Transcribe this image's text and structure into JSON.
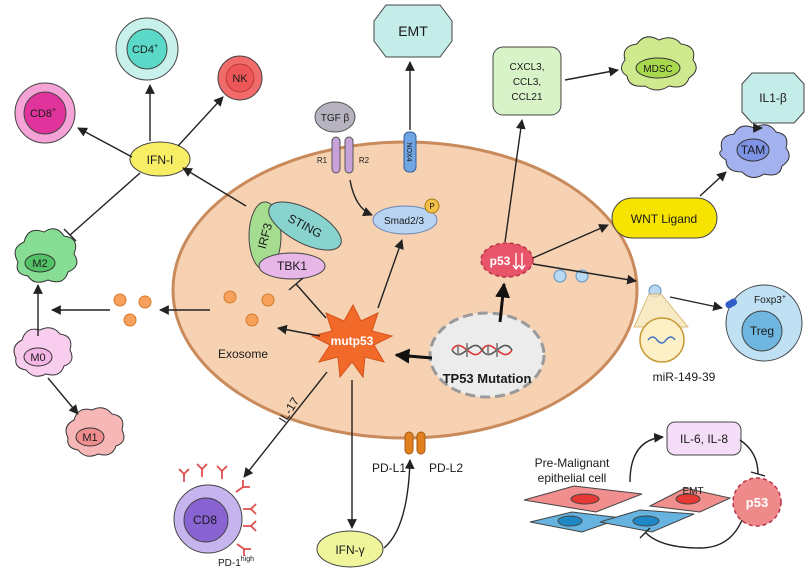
{
  "labels": {
    "emt_top": "EMT",
    "cd4": "CD4",
    "cd4_sup": "+",
    "nk": "NK",
    "cd8_top": "CD8",
    "cd8_top_sup": "+",
    "ifn_i": "IFN-I",
    "m2": "M2",
    "m0": "M0",
    "m1": "M1",
    "tgfb": "TGF β",
    "r1": "R1",
    "r2": "R2",
    "nox4": "NOX4",
    "smad": "Smad2/3",
    "phospho": "P",
    "sting": "STING",
    "irf3": "IRF3",
    "tbk1": "TBK1",
    "exosome": "Exosome",
    "mutp53": "mutp53",
    "tp53_mutation": "TP53 Mutation",
    "p53_center": "p53",
    "chemokines": [
      "CXCL3,",
      "CCL3,",
      "CCL21"
    ],
    "mdsc": "MDSC",
    "il1b": "IL1-β",
    "tam": "TAM",
    "wnt": "WNT Ligand",
    "foxp3": "Foxp3",
    "foxp3_sup": "+",
    "treg": "Treg",
    "mir": "miR-149-39",
    "il17": "IL-17",
    "cd8_bottom": "CD8",
    "pd1": "PD-1",
    "pd1_sup": "high",
    "pdl1": "PD-L1",
    "pdl2": "PD-L2",
    "ifn_gamma": "IFN-γ",
    "premalignant": [
      "Pre-Malignant",
      "epithelial cell"
    ],
    "il6_il8": "IL-6, IL-8",
    "emt_bottom": "EMT",
    "p53_bottom": "p53"
  },
  "colors": {
    "cell_fill": "#f6d2b3",
    "cell_stroke": "#c98a5c",
    "ifn_fill": "#f8ee66",
    "wnt_fill": "#f7e300",
    "cd4_outer": "#c9f1ec",
    "cd4_inner": "#5ad8c8",
    "nk": "#f26b6b",
    "cd8_outer": "#f5a3d6",
    "cd8_inner": "#e0339b",
    "m2": "#66d07a",
    "m0": "#f4b6e4",
    "m1": "#f3a2a2",
    "tam": "#7e93e6",
    "treg": "#6fb6e0",
    "mutp53": "#f26a2a",
    "p53_red": "#e8556a",
    "mdsc": "#a8d84d",
    "sting": "#89d3cf",
    "irf3": "#a5dc8f",
    "tbk1": "#e7b7e7",
    "smad": "#b9d3f2",
    "tgfb": "#b7b2bf",
    "receptor": "#c7a1d9",
    "emt_box": "#c4ece8",
    "chemokine_box": "#d9f3c9",
    "il_box": "#f4def7",
    "cd8_b_outer": "#c6b4ef",
    "cd8_b_inner": "#8a63d2",
    "antibody": "#e04d4d",
    "pdl": "#e0801f"
  }
}
